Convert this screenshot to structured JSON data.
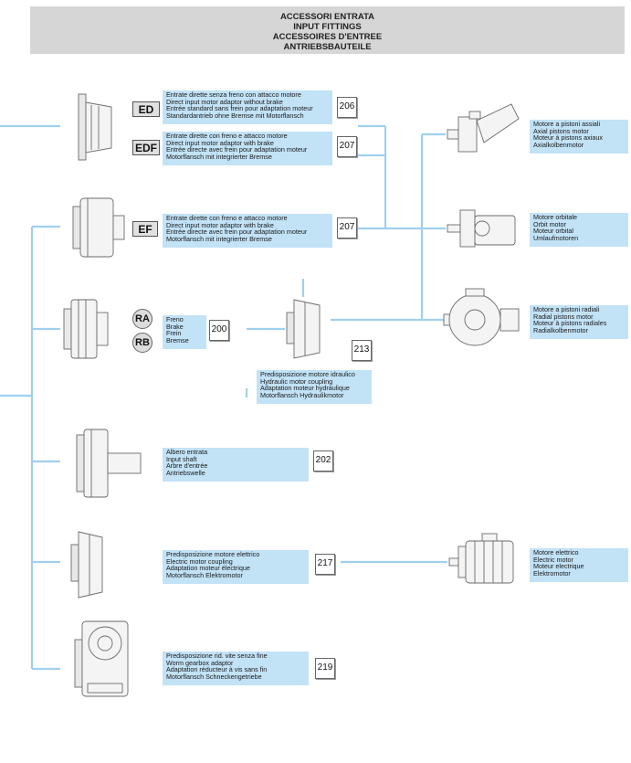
{
  "header": {
    "line1": "ACCESSORI ENTRATA",
    "line2": "INPUT FITTINGS",
    "line3": "ACCESSOIRES D'ENTREE",
    "line4": "ANTRIEBSBAUTEILE"
  },
  "items": {
    "ed": {
      "code": "ED",
      "page": "206",
      "lines": [
        "Entrate dirette senza freno con attacco motore",
        "Direct input motor adaptor without brake",
        "Entrée standard sans frein pour adaptation moteur",
        "Standardantrieb ohne Bremse mit Motorflansch"
      ]
    },
    "edf": {
      "code": "EDF",
      "page": "207",
      "lines": [
        "Entrate dirette con freno e attacco motore",
        "Direct input motor adaptor with brake",
        "Entrée directe avec frein pour adaptation moteur",
        "Motorflansch mit integrierter Bremse"
      ]
    },
    "ef": {
      "code": "EF",
      "page": "207",
      "lines": [
        "Entrate dirette con freno e attacco motore",
        "Direct input motor adaptor with brake",
        "Entrée directe avec frein pour adaptation moteur",
        "Motorflansch mit integrierter Bremse"
      ]
    },
    "brake": {
      "code_a": "RA",
      "code_b": "RB",
      "page": "200",
      "lines": [
        "Freno",
        "Brake",
        "Frein",
        "Bremse"
      ]
    },
    "hydraulic": {
      "page": "213",
      "lines": [
        "Predisposizione motore idraulico",
        "Hydraulic motor coupling",
        "Adaptation moteur hydraulique",
        "Motorflansch Hydraulikmotor"
      ]
    },
    "shaft": {
      "page": "202",
      "lines": [
        "Albero entrata",
        "Input shaft",
        "Arbre d'entrée",
        "Antriebswelle"
      ]
    },
    "electric_coupling": {
      "page": "217",
      "lines": [
        "Predisposizione motore elettrico",
        "Electric motor coupling",
        "Adaptation moteur électrique",
        "Motorflansch Elektromotor"
      ]
    },
    "worm": {
      "page": "219",
      "lines": [
        "Predisposizione rid. vite senza fine",
        "Worm gearbox adaptor",
        "Adaptation réducteur à vis sans fin",
        "Motorflansch Schneckengetriebe"
      ]
    }
  },
  "motors": {
    "axial": {
      "lines": [
        "Motore a pistoni assiali",
        "Axial pistons motor",
        "Moteur à pistons axiaux",
        "Axialkolbenmotor"
      ]
    },
    "orbital": {
      "lines": [
        "Motore orbitale",
        "Orbit motor",
        "Moteur orbital",
        "Umlaufmotoren"
      ]
    },
    "radial": {
      "lines": [
        "Motore a pistoni radiali",
        "Radial pistons motor",
        "Moteur à pistons radiales",
        "Radialkolbenmotor"
      ]
    },
    "electric": {
      "lines": [
        "Motore elettrico",
        "Electric motor",
        "Moteur electrique",
        "Elektromotor"
      ]
    }
  },
  "colors": {
    "wire": "#9fd0ee",
    "box": "#c2e2f6",
    "header": "#d6d6d6"
  }
}
